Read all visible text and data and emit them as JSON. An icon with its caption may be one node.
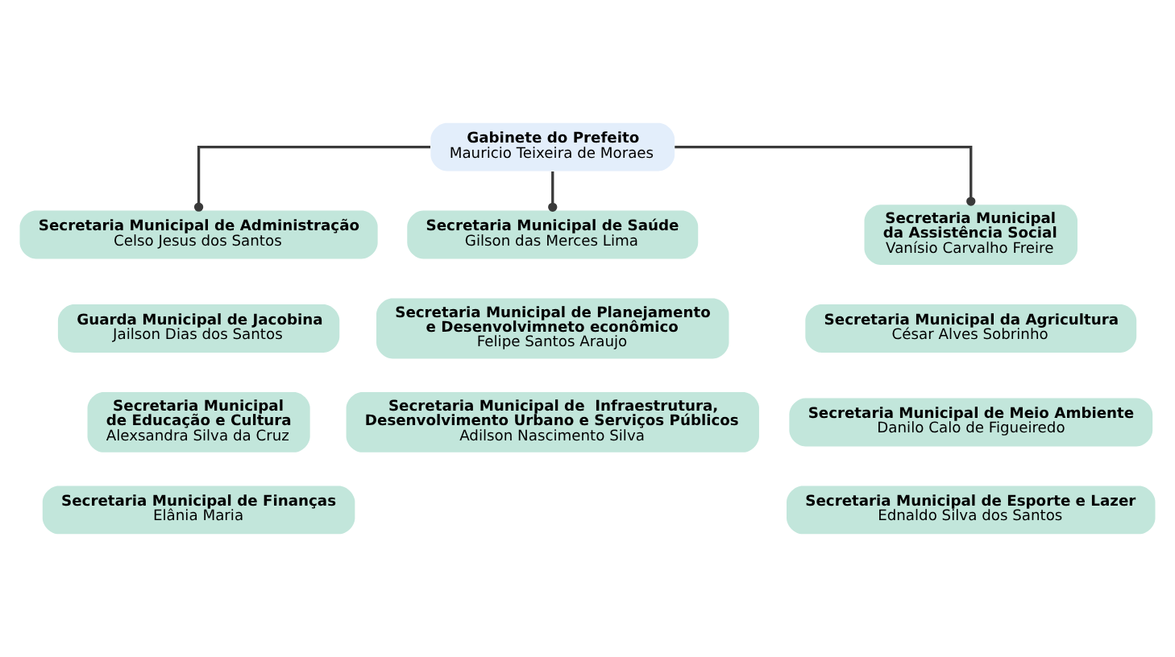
{
  "diagram": {
    "nodes": [
      {
        "text": [
          "Gabinete do Prefeito",
          "Mauricio Teixeira de Moraes"
        ]
      },
      {
        "text": [
          "Secretaria Municipal de Administração",
          "Celso Jesus dos Santos"
        ]
      },
      {
        "text": [
          "Secretaria Municipal de Saúde",
          "Gilson das Merces Lima"
        ]
      },
      {
        "text": [
          "Secretaria Municipal da Assistência Social",
          "Vanísio Carvalho Freire"
        ]
      },
      {
        "text": [
          "Guarda Municipal de Jacobina",
          "Jailson Dias dos Santos"
        ]
      },
      {
        "text": [
          "Secretaria Municipal da Agricultura",
          "César Alves Sobrinho"
        ]
      },
      {
        "text": [
          "Secretaria Municipal de Planejamento e Desenvolvimneto econômico",
          "Felipe Santos Araujo"
        ]
      },
      {
        "text": [
          "Secretaria Municipal de Educação e Cultura",
          "Alexsandra Silva da Cruz"
        ]
      },
      {
        "text": [
          "Secretaria Municipal de Meio Ambiente",
          "Danilo Calo de Figueiredo"
        ]
      },
      {
        "text": [
          "Secretaria Municipal de  Infraestrutura, Desenvolvimento Urbano e Serviços Públicos",
          "Adilson Nascimento Silva"
        ]
      },
      {
        "text": [
          "Secretaria Municipal de Esporte e Lazer",
          "Ednaldo Silva dos Santos"
        ]
      },
      {
        "text": [
          "Secretaria Municipal de Finanças",
          "Elânia Maria"
        ]
      }
    ],
    "edges": [
      {
        "from": 0,
        "to": 1,
        "arrow": "other"
      },
      {
        "from": 0,
        "to": 2,
        "arrow": "other"
      },
      {
        "from": 0,
        "to": 3,
        "arrow": "other"
      }
    ]
  }
}
